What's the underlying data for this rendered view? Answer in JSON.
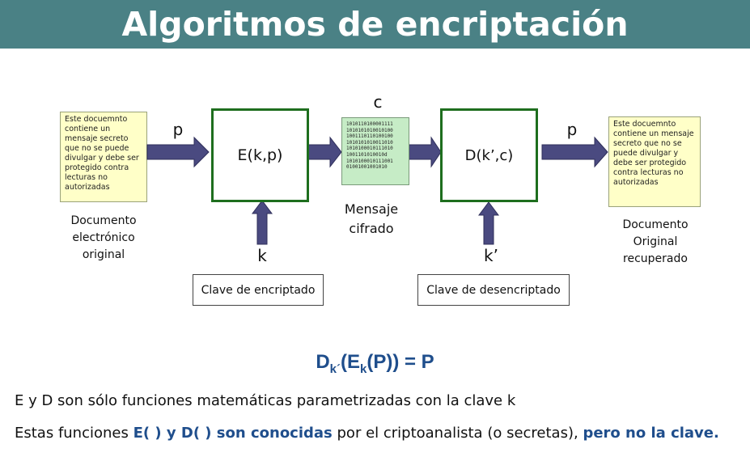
{
  "title": "Algoritmos de encriptación",
  "doc_input_text": "Este docuemnto\ncontiene un\nmensaje secreto\nque no se puede\ndivulgar y debe ser\nprotegido contra\nlecturas no\nautorizadas",
  "doc_output_text": "Este docuemnto\ncontiene un mensaje\nsecreto que no se\npuede divulgar y\ndebe ser protegido\ncontra lecturas no\nautorizadas",
  "p_left": "p",
  "p_right": "p",
  "c_label": "c",
  "encrypt_fn": "E(k,p)",
  "decrypt_fn": "D(k’,c)",
  "cipher_text": "1010110100001111\n1010101010010100\n1001110110100100\n1010101010011010\n1010100010111010\n1001101010010d\n1010100010111001\n01001001001010",
  "k_label": "k",
  "k2_label": "k’",
  "doc_input_caption": "Documento\nelectrónico\noriginal",
  "cipher_caption": "Mensaje\ncifrado",
  "doc_output_caption": "Documento\nOriginal\nrecuperado",
  "key_enc_box": "Clave de encriptado",
  "key_dec_box": "Clave de desencriptado",
  "formula": {
    "d": "D",
    "sub_d": "k´",
    "open": "(E",
    "sub_e": "k",
    "rest": "(P)) = P"
  },
  "line1": "E y D son sólo funciones matemáticas parametrizadas con la clave k",
  "line2": {
    "t1": "Estas funciones ",
    "t2": "E( ) y D( ) son conocidas",
    "t3": " por el criptoanalista (o secretas), ",
    "t4": "pero no la clave."
  },
  "colors": {
    "title_bar": "#4a8185",
    "arrow": "#4a4a80",
    "box_border": "#1e6e1e",
    "doc_fill": "#ffffc8",
    "cipher_fill": "#c6ecc6",
    "emphasis": "#1f4e8c"
  }
}
